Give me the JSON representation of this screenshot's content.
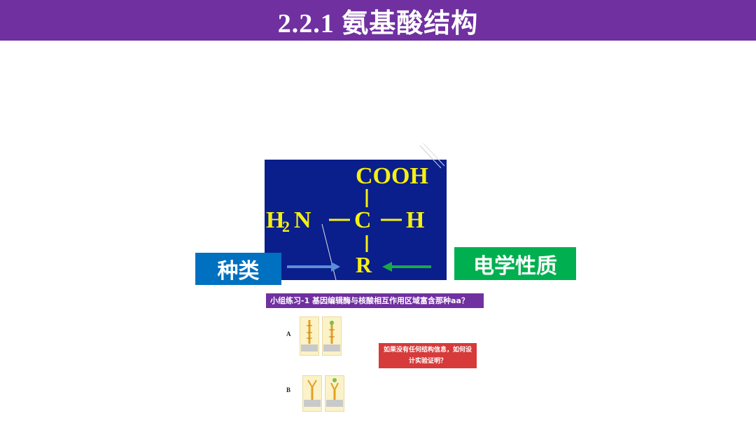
{
  "slide": {
    "title": "2.2.1  氨基酸结构",
    "colors": {
      "title_bar": "#7030a0",
      "structure_bg": "#0a1e8c",
      "structure_text": "#f5f010",
      "kind_box": "#0070c0",
      "elec_box": "#00b050",
      "arrow_blue": "#5b8fd6",
      "arrow_green": "#1aa84a"
    }
  },
  "structure": {
    "top_group": "COOH",
    "left_group": "H",
    "left_sub": "2",
    "left_atom": "N",
    "center_atom": "C",
    "right_atom": "H",
    "bottom_group": "R"
  },
  "labels": {
    "kind": "种类",
    "electrical": "电学性质"
  },
  "exercise": {
    "header": "小组练习-1  基因编辑酶与核酸相互作用区域富含那种aa？",
    "panel_a": "A",
    "panel_b": "B",
    "question": "如果没有任何结构信息，如何设计实验证明？"
  }
}
